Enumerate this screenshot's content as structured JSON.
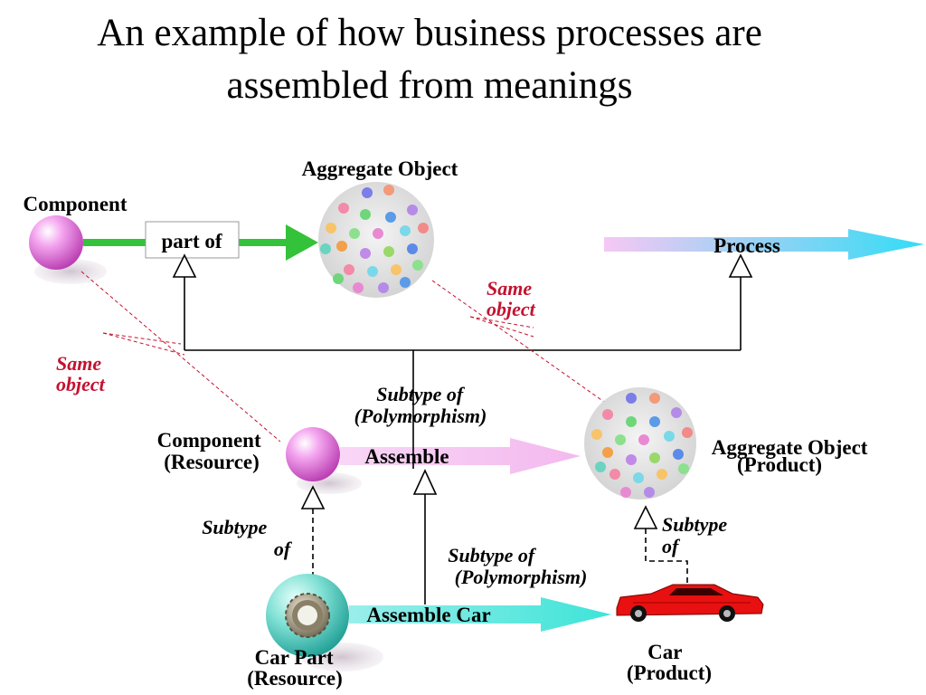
{
  "title": {
    "line1": "An example of how business processes are",
    "line2": "assembled from meanings"
  },
  "labels": {
    "component_top": "Component",
    "aggregate_top": "Aggregate Object",
    "part_of": "part of",
    "process": "Process",
    "same_object_left": [
      "Same",
      "object"
    ],
    "same_object_right": [
      "Same",
      "object"
    ],
    "subtype_poly_top": [
      "Subtype of",
      "(Polymorphism)"
    ],
    "component_resource": [
      "Component",
      "(Resource)"
    ],
    "assemble": "Assemble",
    "aggregate_product": [
      "Aggregate Object",
      "(Product)"
    ],
    "subtype_left": [
      "Subtype",
      "of"
    ],
    "subtype_right": [
      "Subtype",
      "of"
    ],
    "subtype_poly_bottom": [
      "Subtype of",
      "(Polymorphism)"
    ],
    "assemble_car": "Assemble Car",
    "car_part": [
      "Car Part",
      "(Resource)"
    ],
    "car": [
      "Car",
      "(Product)"
    ]
  },
  "colors": {
    "pink_sphere": "#e060d8",
    "green_arrow": "#33c23a",
    "process_gradient_start": "#f6c8f4",
    "process_gradient_end": "#33dcf5",
    "same_object_red": "#c41230",
    "car_red": "#e81010"
  },
  "icons": {
    "component": "pink-sphere-icon",
    "aggregate": "bead-cluster-icon",
    "car_part": "gear-icon",
    "car": "red-sports-car-icon"
  }
}
